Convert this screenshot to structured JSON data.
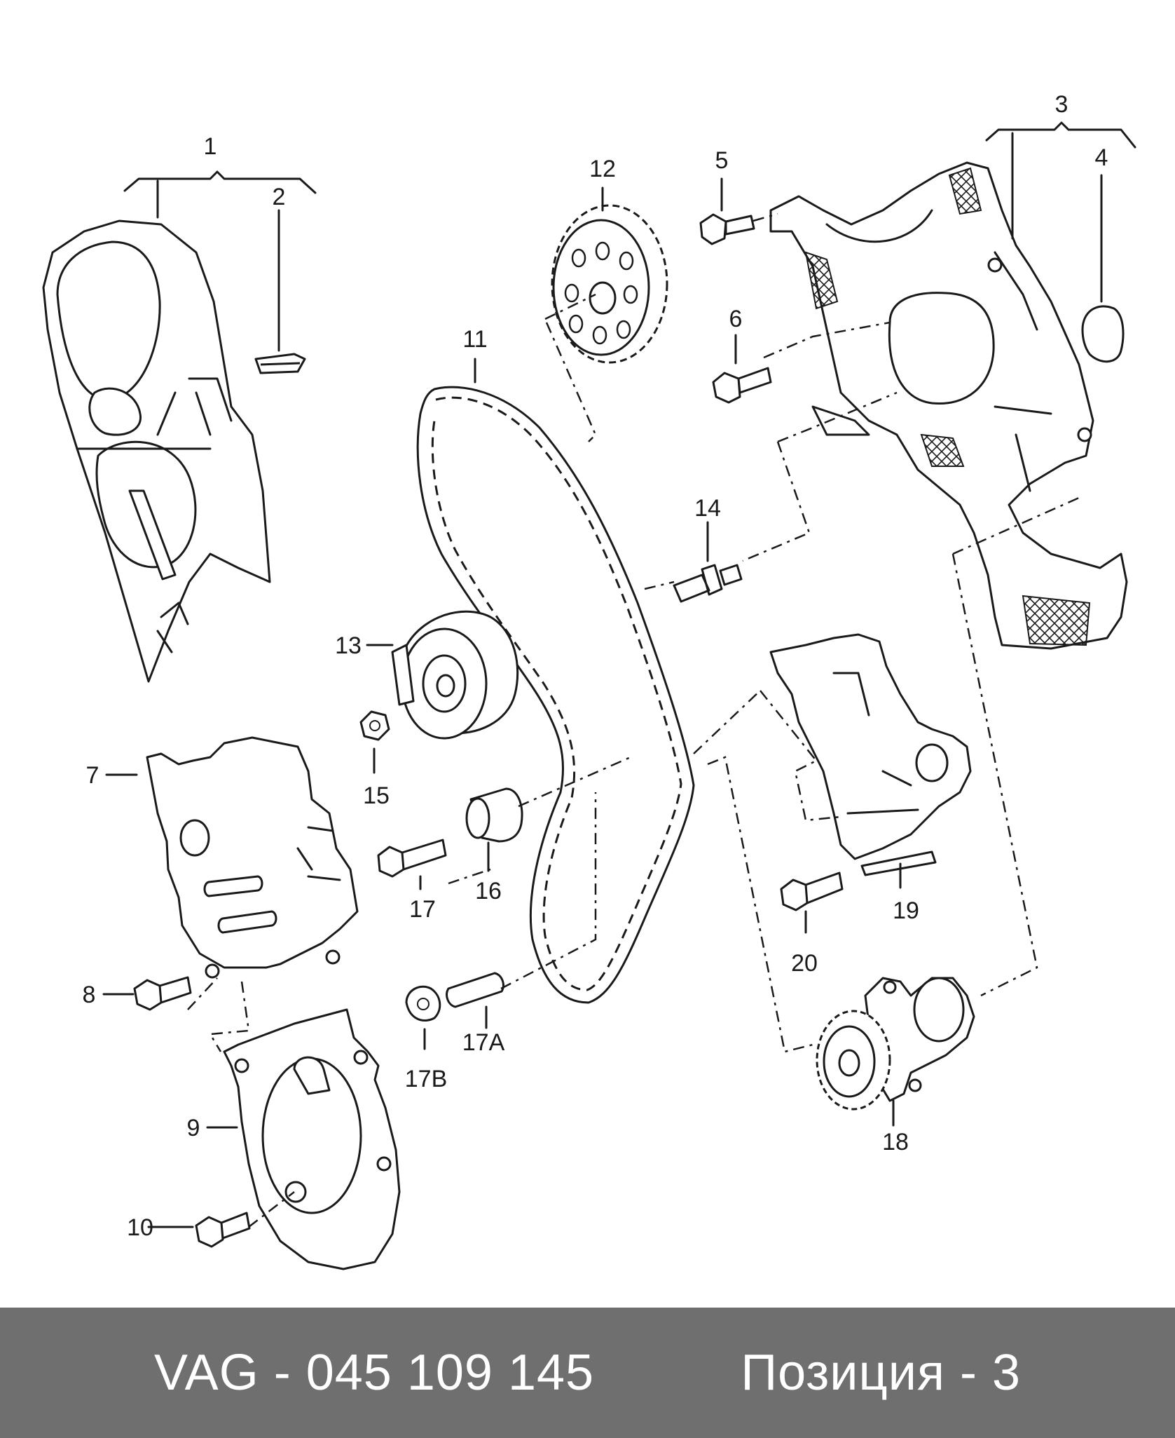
{
  "labels": {
    "l1": "1",
    "l2": "2",
    "l3": "3",
    "l4": "4",
    "l5": "5",
    "l6": "6",
    "l7": "7",
    "l8": "8",
    "l9": "9",
    "l10": "10",
    "l11": "11",
    "l12": "12",
    "l13": "13",
    "l14": "14",
    "l15": "15",
    "l16": "16",
    "l17": "17",
    "l17a": "17A",
    "l17b": "17B",
    "l18": "18",
    "l19": "19",
    "l20": "20"
  },
  "footer": {
    "part_number": "VAG - 045 109 145",
    "position": "Позиция - 3"
  },
  "colors": {
    "footer_bg": "#6f6f6f",
    "footer_text": "#ffffff",
    "line": "#1a1a1a"
  }
}
